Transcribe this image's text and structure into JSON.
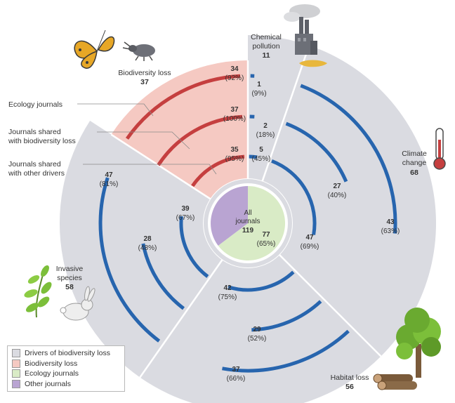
{
  "colors": {
    "drivers": "#dadbe1",
    "biodiversity": "#f5c9c2",
    "ecology": "#d9ebc6",
    "other": "#b9a4d2",
    "red_arc": "#c53f3f",
    "blue_arc": "#2765ae",
    "text": "#333333",
    "callout": "#8a8a8a"
  },
  "center": {
    "title_line1": "All",
    "title_line2": "journals",
    "total": "119",
    "ecology_value": "77",
    "ecology_pct": "(65%)"
  },
  "sectors": [
    {
      "id": "biodiversity-loss",
      "name": "Biodiversity loss",
      "total": "37"
    },
    {
      "id": "chemical-pollution",
      "name_line1": "Chemical",
      "name_line2": "pollution",
      "total": "11"
    },
    {
      "id": "climate-change",
      "name_line1": "Climate",
      "name_line2": "change",
      "total": "68"
    },
    {
      "id": "habitat-loss",
      "name": "Habitat loss",
      "total": "56"
    },
    {
      "id": "invasive-species",
      "name_line1": "Invasive",
      "name_line2": "species",
      "total": "58"
    }
  ],
  "arc_labels": {
    "bio_outer": {
      "value": "34",
      "pct": "(92%)"
    },
    "bio_middle": {
      "value": "37",
      "pct": "(100%)"
    },
    "bio_inner": {
      "value": "35",
      "pct": "(95%)"
    },
    "chem_outer": {
      "value": "1",
      "pct": "(9%)"
    },
    "chem_middle": {
      "value": "2",
      "pct": "(18%)"
    },
    "chem_inner": {
      "value": "5",
      "pct": "(45%)"
    },
    "climate_outer": {
      "value": "43",
      "pct": "(63%)"
    },
    "climate_middle": {
      "value": "27",
      "pct": "(40%)"
    },
    "climate_inner": {
      "value": "47",
      "pct": "(69%)"
    },
    "habitat_outer": {
      "value": "37",
      "pct": "(66%)"
    },
    "habitat_middle": {
      "value": "29",
      "pct": "(52%)"
    },
    "habitat_inner": {
      "value": "42",
      "pct": "(75%)"
    },
    "invasive_outer": {
      "value": "47",
      "pct": "(81%)"
    },
    "invasive_middle": {
      "value": "28",
      "pct": "(48%)"
    },
    "invasive_inner": {
      "value": "39",
      "pct": "(67%)"
    }
  },
  "callouts": {
    "ecology": "Ecology journals",
    "shared_bio_line1": "Journals shared",
    "shared_bio_line2": "with biodiversity loss",
    "shared_other_line1": "Journals shared",
    "shared_other_line2": "with other drivers"
  },
  "legend": [
    {
      "label": "Drivers of biodiversity loss",
      "color": "#dadbe1"
    },
    {
      "label": "Biodiversity loss",
      "color": "#f5c9c2"
    },
    {
      "label": "Ecology journals",
      "color": "#d9ebc6"
    },
    {
      "label": "Other journals",
      "color": "#b9a4d2"
    }
  ],
  "icons": [
    "butterfly-icon",
    "beetle-icon",
    "factory-icon",
    "thermometer-icon",
    "leaf-plant-icon",
    "rabbit-icon",
    "tree-icon",
    "logs-icon"
  ]
}
